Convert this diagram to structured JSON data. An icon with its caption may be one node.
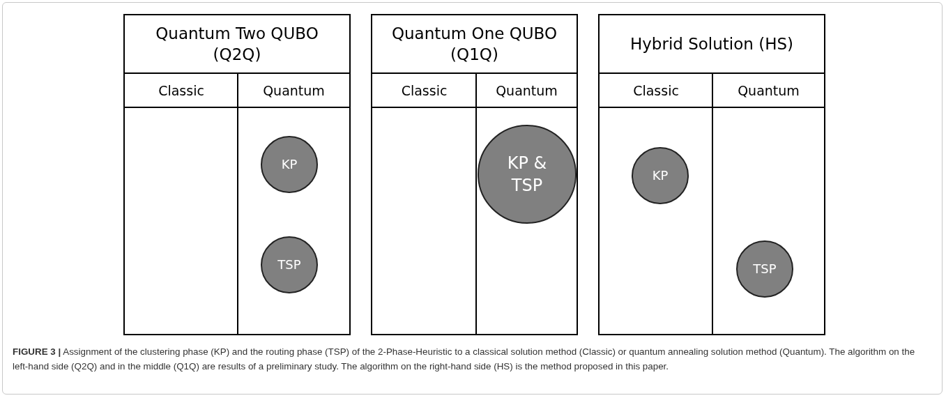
{
  "diagram": {
    "caption": "**FIGURE 3 |** Assignment of the clustering phase (KP) and the routing phase (TSP) of the 2-Phase-Heuristic to a classical solution method (Classic) or quantum annealing solution method (Quantum). The algorithm on the left-hand side (Q2Q) and in the middle (Q1Q) are results of a preliminary study. The algorithm on the right-hand side (HS) is the method proposed in this paper.",
    "nodes": [
      {
        "text": [
          "Quantum Two QUBO (Q2Q)"
        ]
      },
      {
        "text": [
          "Classic"
        ],
        "in": 0
      },
      {
        "text": [
          "Quantum"
        ],
        "in": 0
      },
      {
        "text": [
          "KP"
        ],
        "in": 2
      },
      {
        "text": [
          "TSP"
        ],
        "in": 2
      },
      {
        "text": [
          "Quantum One QUBO (Q1Q)"
        ]
      },
      {
        "text": [
          "Classic"
        ],
        "in": 5
      },
      {
        "text": [
          "Quantum"
        ],
        "in": 5
      },
      {
        "text": [
          "KP & TSP"
        ],
        "in": 7
      },
      {
        "text": [
          "Hybrid Solution (HS)"
        ]
      },
      {
        "text": [
          "Classic"
        ],
        "in": 9
      },
      {
        "text": [
          "KP"
        ],
        "in": 10
      },
      {
        "text": [
          "Quantum"
        ],
        "in": 9
      },
      {
        "text": [
          "TSP"
        ],
        "in": 12
      }
    ],
    "edges": []
  }
}
